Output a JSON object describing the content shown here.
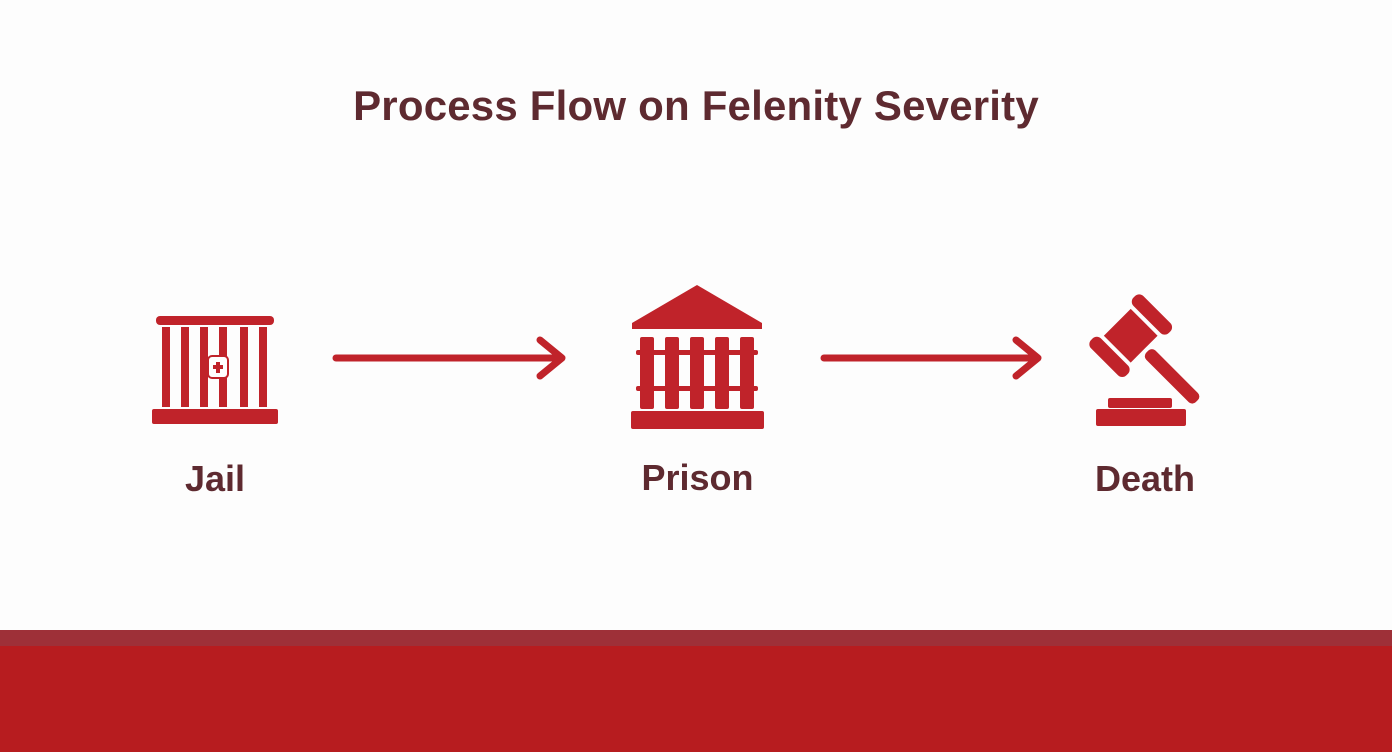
{
  "title": "Process Flow on Felenity Severity",
  "colors": {
    "accent": "#c0232a",
    "text": "#5e2a30",
    "footer": "#b71c1f",
    "footer_edge": "#9e3038",
    "background": "#fdfdfd"
  },
  "steps": [
    {
      "label": "Jail",
      "icon": "jail-cell-icon"
    },
    {
      "label": "Prison",
      "icon": "prison-building-icon"
    },
    {
      "label": "Death",
      "icon": "gavel-icon"
    }
  ],
  "connectors": [
    {
      "from": "Jail",
      "to": "Prison",
      "icon": "arrow-right-icon"
    },
    {
      "from": "Prison",
      "to": "Death",
      "icon": "arrow-right-icon"
    }
  ]
}
